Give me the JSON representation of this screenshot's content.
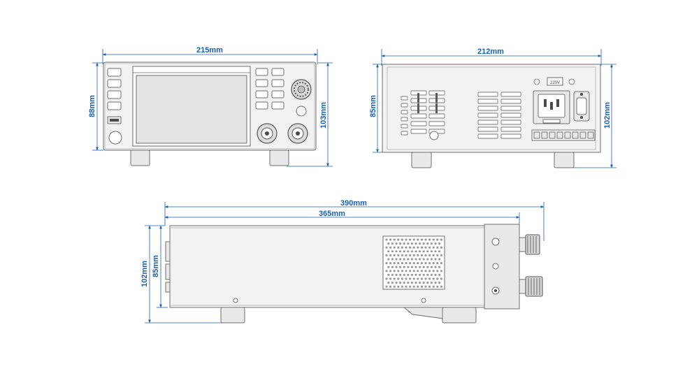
{
  "dimensions": {
    "front_width": "215mm",
    "front_height_body": "88mm",
    "front_height_total": "103mm",
    "rear_width": "212mm",
    "rear_height_body": "85mm",
    "rear_height_total": "102mm",
    "side_length_total": "390mm",
    "side_length_body": "365mm",
    "side_height_total": "102mm",
    "side_height_body": "85mm"
  },
  "rear_panel": {
    "voltage_label": "220V"
  }
}
